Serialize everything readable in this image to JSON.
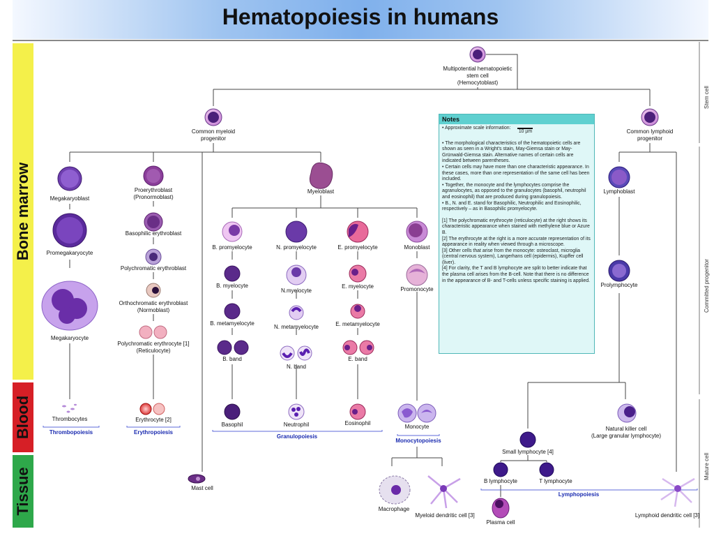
{
  "title": "Hematopoiesis in humans",
  "bands": {
    "bone_marrow": "Bone marrow",
    "blood": "Blood",
    "tissue": "Tissue"
  },
  "right_labels": {
    "stem": "Stem cell",
    "committed": "Committed progenitor",
    "mature": "Mature cell"
  },
  "cells": {
    "hsc": "Multipotential hematopoietic\nstem cell\n(Hemocytoblast)",
    "cmp": "Common myeloid\nprogenitor",
    "clp": "Common lymphoid\nprogenitor",
    "megakaryoblast": "Megakaryoblast",
    "promegakaryocyte": "Promegakaryocyte",
    "megakaryocyte": "Megakaryocyte",
    "thrombocytes": "Thrombocytes",
    "proerythroblast": "Proerythroblast\n(Pronormoblast)",
    "basophilic_erythroblast": "Basophilic erythroblast",
    "polychromatic_erythroblast": "Polychromatic erythroblast",
    "orthochromatic_erythroblast": "Orthochromatic erythroblast\n(Normoblast)",
    "polychromatic_erythrocyte": "Polychromatic erythrocyte [1]\n(Reticulocyte)",
    "erythrocyte": "Erythrocyte [2]",
    "myeloblast": "Myeloblast",
    "b_promyelocyte": "B. promyelocyte",
    "n_promyelocyte": "N. promyelocyte",
    "e_promyelocyte": "E. promyelocyte",
    "monoblast": "Monoblast",
    "b_myelocyte": "B. myelocyte",
    "n_myelocyte": "N.myelocyte",
    "e_myelocyte": "E. myelocyte",
    "promonocyte": "Promonocyte",
    "b_metamyelocyte": "B. metamyelocyte",
    "n_metamyelocyte": "N. metamyelocyte",
    "e_metamyelocyte": "E. metamyelocyte",
    "b_band": "B. band",
    "n_band": "N. band",
    "e_band": "E. band",
    "basophil": "Basophil",
    "neutrophil": "Neutrophil",
    "eosinophil": "Eosinophil",
    "monocyte": "Monocyte",
    "mast_cell": "Mast cell",
    "macrophage": "Macrophage",
    "myeloid_dc": "Myeloid dendritic cell [3]",
    "lymphoblast": "Lymphoblast",
    "prolymphocyte": "Prolymphocyte",
    "nk_cell": "Natural killer cell\n(Large granular lymphocyte)",
    "small_lymphocyte": "Small lymphocyte [4]",
    "b_lymphocyte": "B lymphocyte",
    "t_lymphocyte": "T lymphocyte",
    "plasma_cell": "Plasma cell",
    "lymphoid_dc": "Lymphoid dendritic cell [3]"
  },
  "processes": {
    "thrombopoiesis": "Thrombopoiesis",
    "erythropoiesis": "Erythropoiesis",
    "granulopoiesis": "Granulopoiesis",
    "monocytopoiesis": "Monocytopoiesis",
    "lymphopoiesis": "Lymphopoiesis"
  },
  "notes": {
    "heading": "Notes",
    "scale": "• Approximate scale information:",
    "scale_unit": "10 µm",
    "p1": "• The morphological characteristics of the hematopoietic cells are shown as seen in a Wright's stain, May-Giemsa stain or May-Grünwald-Giemsa stain. Alternative names of certain cells are indicated between parentheses.",
    "p2": "• Certain cells may have more than one characteristic appearance. In these cases, more than one representation of the same cell has been included.",
    "p3": "• Together, the monocyte and the lymphocytes comprise the agranulocytes, as opposed to the granulocytes (basophil, neutrophil and eosinophil) that are produced during granulopoiesis.",
    "p4": "• B., N. and E. stand for Basophilic, Neutrophilic and Eosinophilic, respectively – as in Basophilic promyelocyte.",
    "n1": "[1] The polychromatic erythrocyte (reticulocyte) at the right shows its characteristic appearance when stained with methylene blue or Azure B.",
    "n2": "[2] The erythrocyte at the right is a more accurate representation of its appearance in reality when viewed through a microscope.",
    "n3": "[3] Other cells that arise from the monocyte: osteoclast, microglia (central nervous system), Langerhans cell (epidermis), Kupffer cell (liver).",
    "n4": "[4] For clarity, the T and B lymphocyte are split to better indicate that the plasma cell arises from the B-cell. Note that there is no difference in the appearance of B- and T-cells unless specific staining is applied."
  },
  "colors": {
    "bone_marrow": "#f4f04a",
    "blood": "#d61f26",
    "tissue": "#2ea84a",
    "process": "#1a2bb0",
    "notes_bg": "#dff7f7",
    "notes_head": "#5fd0d0"
  }
}
